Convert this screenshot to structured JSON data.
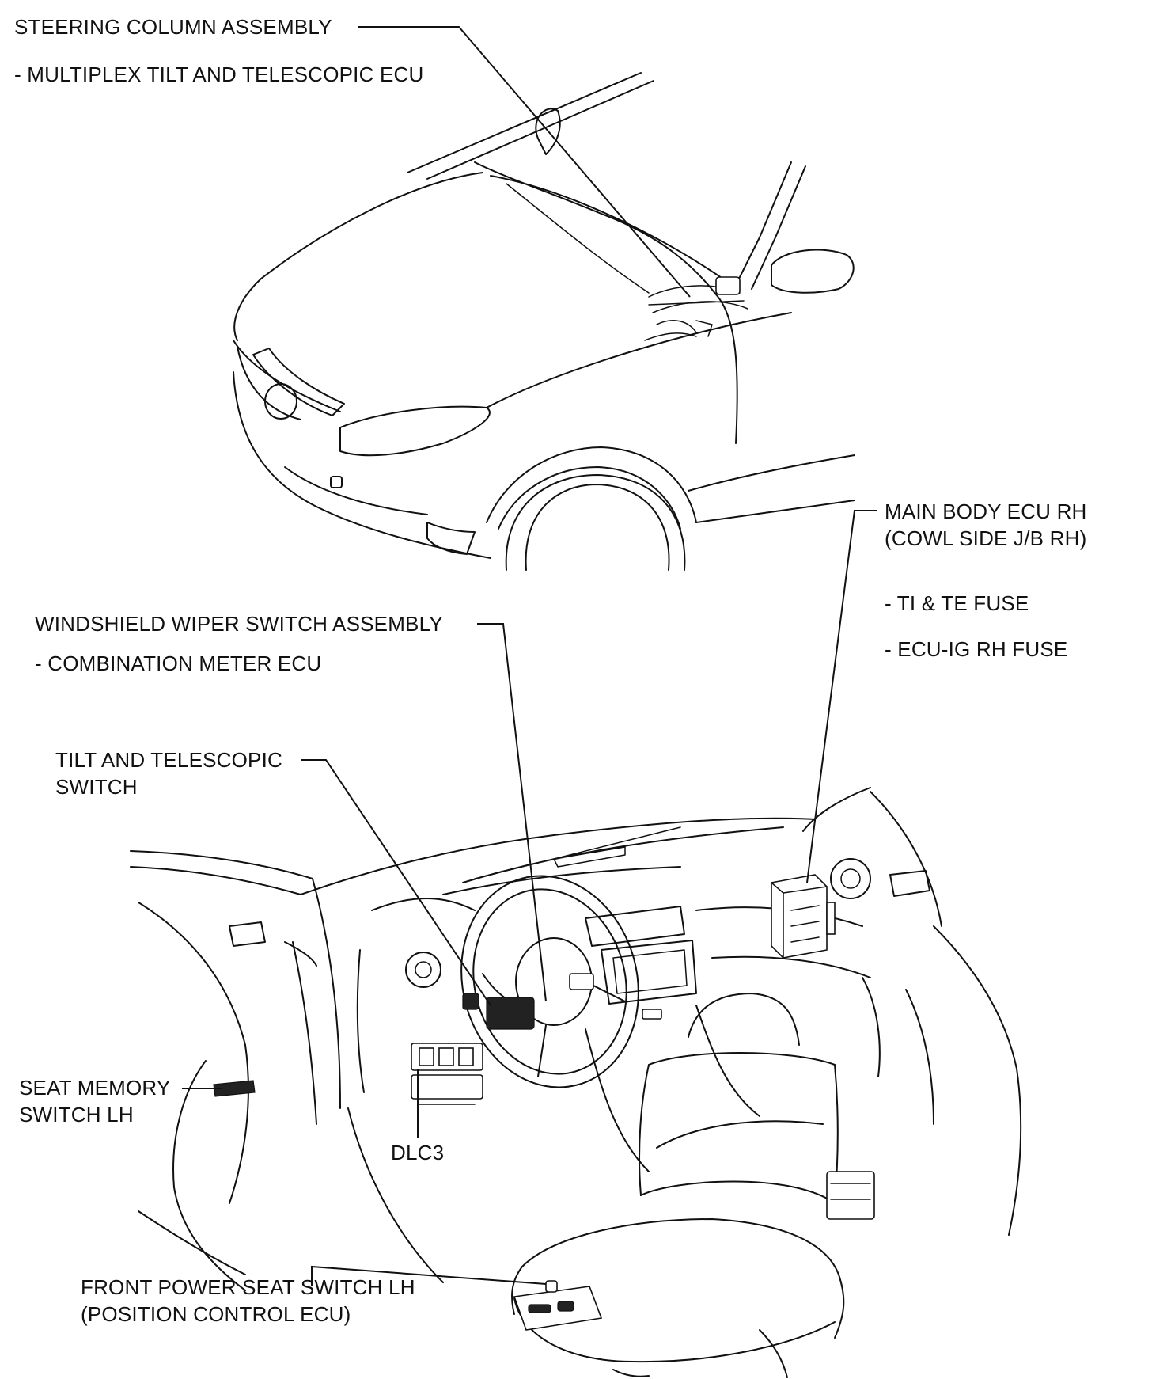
{
  "labels": {
    "steering_column": "STEERING COLUMN ASSEMBLY",
    "multiplex_ecu": "- MULTIPLEX TILT AND TELESCOPIC ECU",
    "main_body_ecu_line1": "MAIN BODY ECU RH",
    "main_body_ecu_line2": "(COWL SIDE J/B RH)",
    "ti_te_fuse": "- TI & TE FUSE",
    "ecu_ig_fuse": "- ECU-IG RH FUSE",
    "wiper_switch": "WINDSHIELD WIPER SWITCH ASSEMBLY",
    "combination_meter": "-  COMBINATION METER ECU",
    "tilt_switch_line1": "TILT AND TELESCOPIC",
    "tilt_switch_line2": "SWITCH",
    "seat_memory_line1": "SEAT MEMORY",
    "seat_memory_line2": "SWITCH LH",
    "dlc3": "DLC3",
    "power_seat_line1": "FRONT POWER SEAT SWITCH LH",
    "power_seat_line2": "(POSITION CONTROL ECU)"
  }
}
